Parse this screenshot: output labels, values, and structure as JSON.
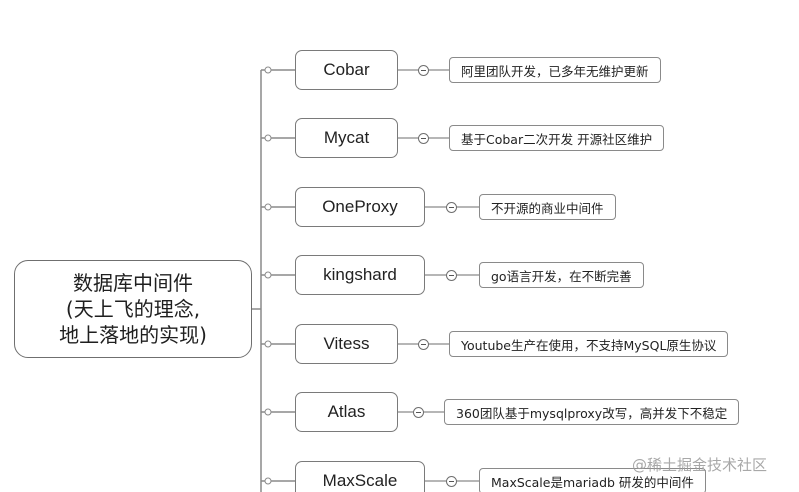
{
  "root": {
    "lines": [
      "数据库中间件",
      "(天上飞的理念,",
      "地上落地的实现)"
    ]
  },
  "branches": [
    {
      "name": "Cobar",
      "note": "阿里团队开发，已多年无维护更新"
    },
    {
      "name": "Mycat",
      "note": "基于Cobar二次开发 开源社区维护"
    },
    {
      "name": "OneProxy",
      "note": "不开源的商业中间件"
    },
    {
      "name": "kingshard",
      "note": "go语言开发，在不断完善"
    },
    {
      "name": "Vitess",
      "note": "Youtube生产在使用，不支持MySQL原生协议"
    },
    {
      "name": "Atlas",
      "note": "360团队基于mysqlproxy改写，高并发下不稳定"
    },
    {
      "name": "MaxScale",
      "note": "MaxScale是mariadb 研发的中间件"
    }
  ],
  "watermark": "@稀土掘金技术社区"
}
